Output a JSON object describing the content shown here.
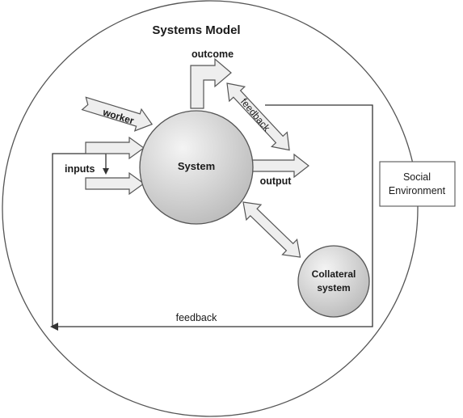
{
  "diagram": {
    "title": "Systems Model",
    "nodes": {
      "system": "System",
      "collateral_line1": "Collateral",
      "collateral_line2": "system",
      "social_line1": "Social",
      "social_line2": "Environment"
    },
    "labels": {
      "worker": "worker",
      "inputs": "inputs",
      "outcome": "outcome",
      "output": "output",
      "feedback_diagonal": "feedback",
      "feedback_bottom": "feedback"
    },
    "colors": {
      "sphere_light": "#f4f4f4",
      "sphere_dark": "#b9b9b9",
      "arrow_fill": "#eeeeee",
      "stroke": "#555555"
    }
  }
}
